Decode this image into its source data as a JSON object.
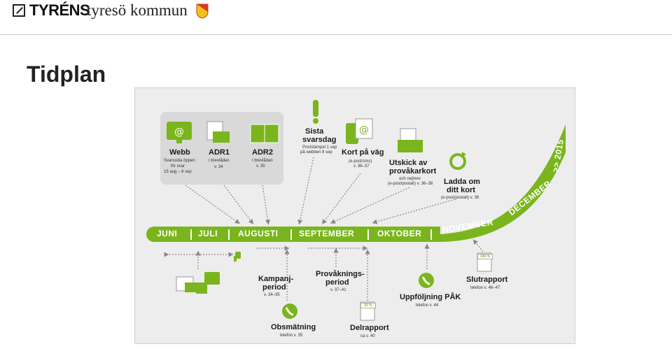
{
  "header": {
    "brand_tyrens": "TYRÉNS",
    "brand_tyreso": "tyresö kommun"
  },
  "slide": {
    "title": "Tidplan"
  },
  "top": {
    "webb": {
      "title": "Webb",
      "l1": "Svarssida öppen",
      "l2": "för svar",
      "l3": "15 aug – 8 sep"
    },
    "adr1": {
      "title": "ADR1",
      "l1": "I brevlådan",
      "l2": "v. 34"
    },
    "adr2": {
      "title": "ADR2",
      "l1": "I brevlådan",
      "l2": "v. 35"
    },
    "sista": {
      "title1": "Sista",
      "title2": "svarsdag",
      "l1": "Poststämpel 1 sep",
      "l2": "på webben 8 sep"
    },
    "kort": {
      "title": "Kort på väg",
      "l1": "(e-post/sms)",
      "l2": "v. 36–37"
    },
    "utskick": {
      "title1": "Utskick av",
      "title2": "provåkarkort",
      "l1": "och nejbrev",
      "l2": "(e-post/postalt) v. 36–38"
    },
    "ladda": {
      "title1": "Ladda om",
      "title2": "ditt kort",
      "l1": "(e-post/postalt) v. 39"
    }
  },
  "timeline": {
    "months": [
      "JUNI",
      "JULI",
      "AUGUSTI",
      "SEPTEMBER",
      "OKTOBER",
      "NOVEMBER",
      "DECEMBER"
    ],
    "year": ">> 2015"
  },
  "bottom": {
    "kampanj": {
      "title1": "Kampanj-",
      "title2": "period",
      "l1": "v. 34–35"
    },
    "provak": {
      "title1": "Provåknings-",
      "title2": "period",
      "l1": "v. 37–41"
    },
    "slut": {
      "title": "Slutrapport",
      "l1": "telefon v. 46–47",
      "badge": "100 %"
    },
    "uppf": {
      "title": "Uppföljning PÅK",
      "l1": "telefon v. 44"
    },
    "obs": {
      "title": "Obsmätning",
      "l1": "telefon v. 35"
    },
    "delrapport": {
      "title": "Delrapport",
      "l1": "ca v. 40",
      "badge": "93 %"
    }
  },
  "colors": {
    "accent": "#7ab51d",
    "arrow": "#8a8a8a"
  }
}
